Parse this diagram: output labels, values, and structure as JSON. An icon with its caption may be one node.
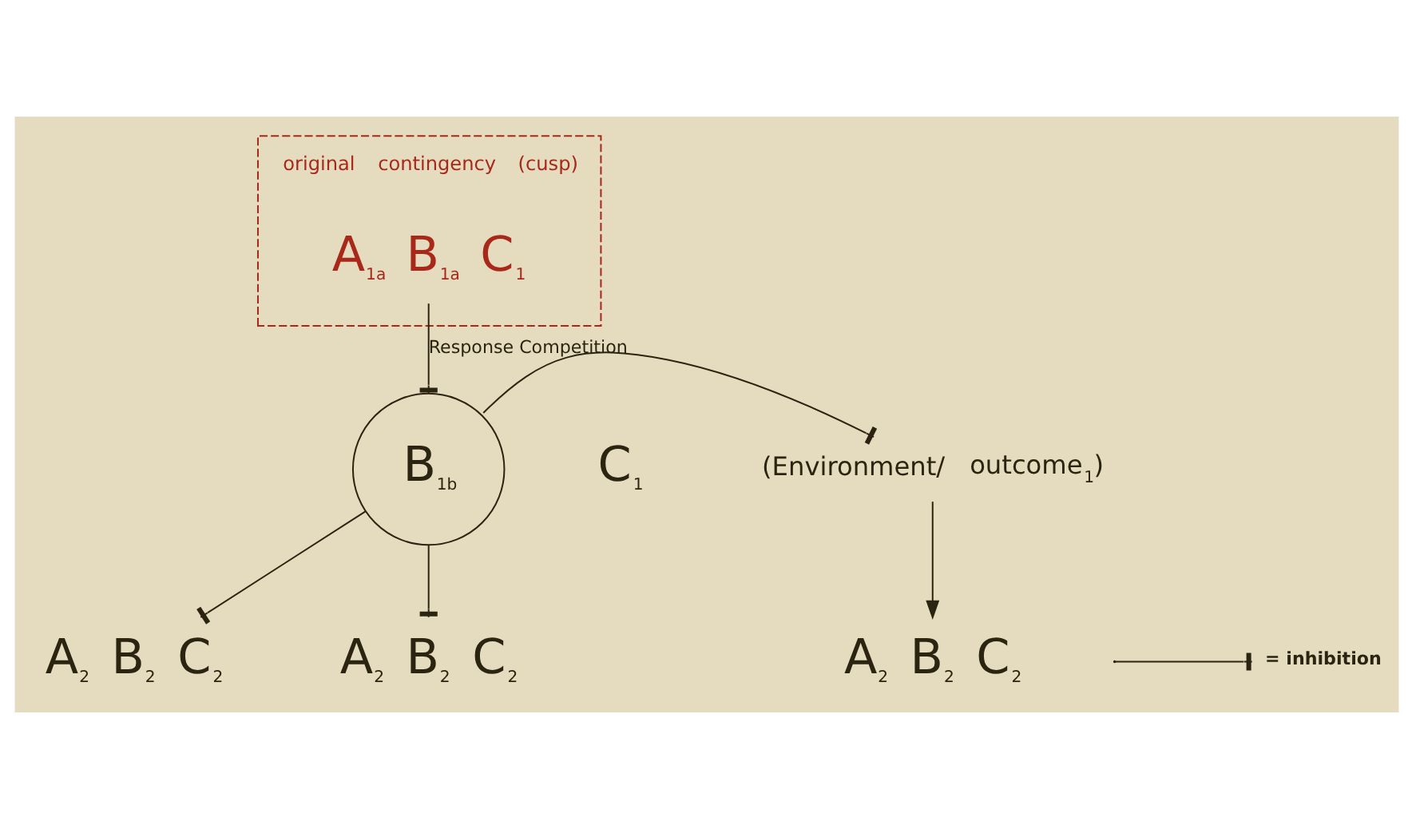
{
  "diagram": {
    "nodes": [
      {
        "text": [
          "A$_{2}$ B$_{2}$ C$_{2}$"
        ]
      },
      {
        "text": [
          "original contingency (cusp)"
        ]
      },
      {
        "text": [
          "A$_{1a}$ B$_{1a}$ C$_{1}$"
        ],
        "in": 1
      },
      {
        "text": [
          "B$_{1b}$"
        ],
        "beside": [
          "C$_{1}$"
        ]
      },
      {
        "text": [
          "(Environment/ outcome$_{1}$)"
        ]
      },
      {
        "text": [
          "A$_{2}$ B$_{2}$ C$_{2}$"
        ]
      },
      {
        "text": [
          "A$_{2}$ B$_{2}$ C$_{2}$"
        ]
      }
    ],
    "edges": [
      {
        "from": 3,
        "to": 0,
        "arrow": "other"
      },
      {
        "from": 2,
        "to": 3,
        "arrow": "other",
        "label": "Response Competition"
      },
      {
        "from": 3,
        "to": 4,
        "arrow": "other"
      },
      {
        "from": 4,
        "to": 5,
        "arrow": "to"
      },
      {
        "from": 3,
        "to": 6,
        "arrow": "other"
      }
    ],
    "legend": [
      {
        "text": "= inhibition"
      }
    ]
  }
}
